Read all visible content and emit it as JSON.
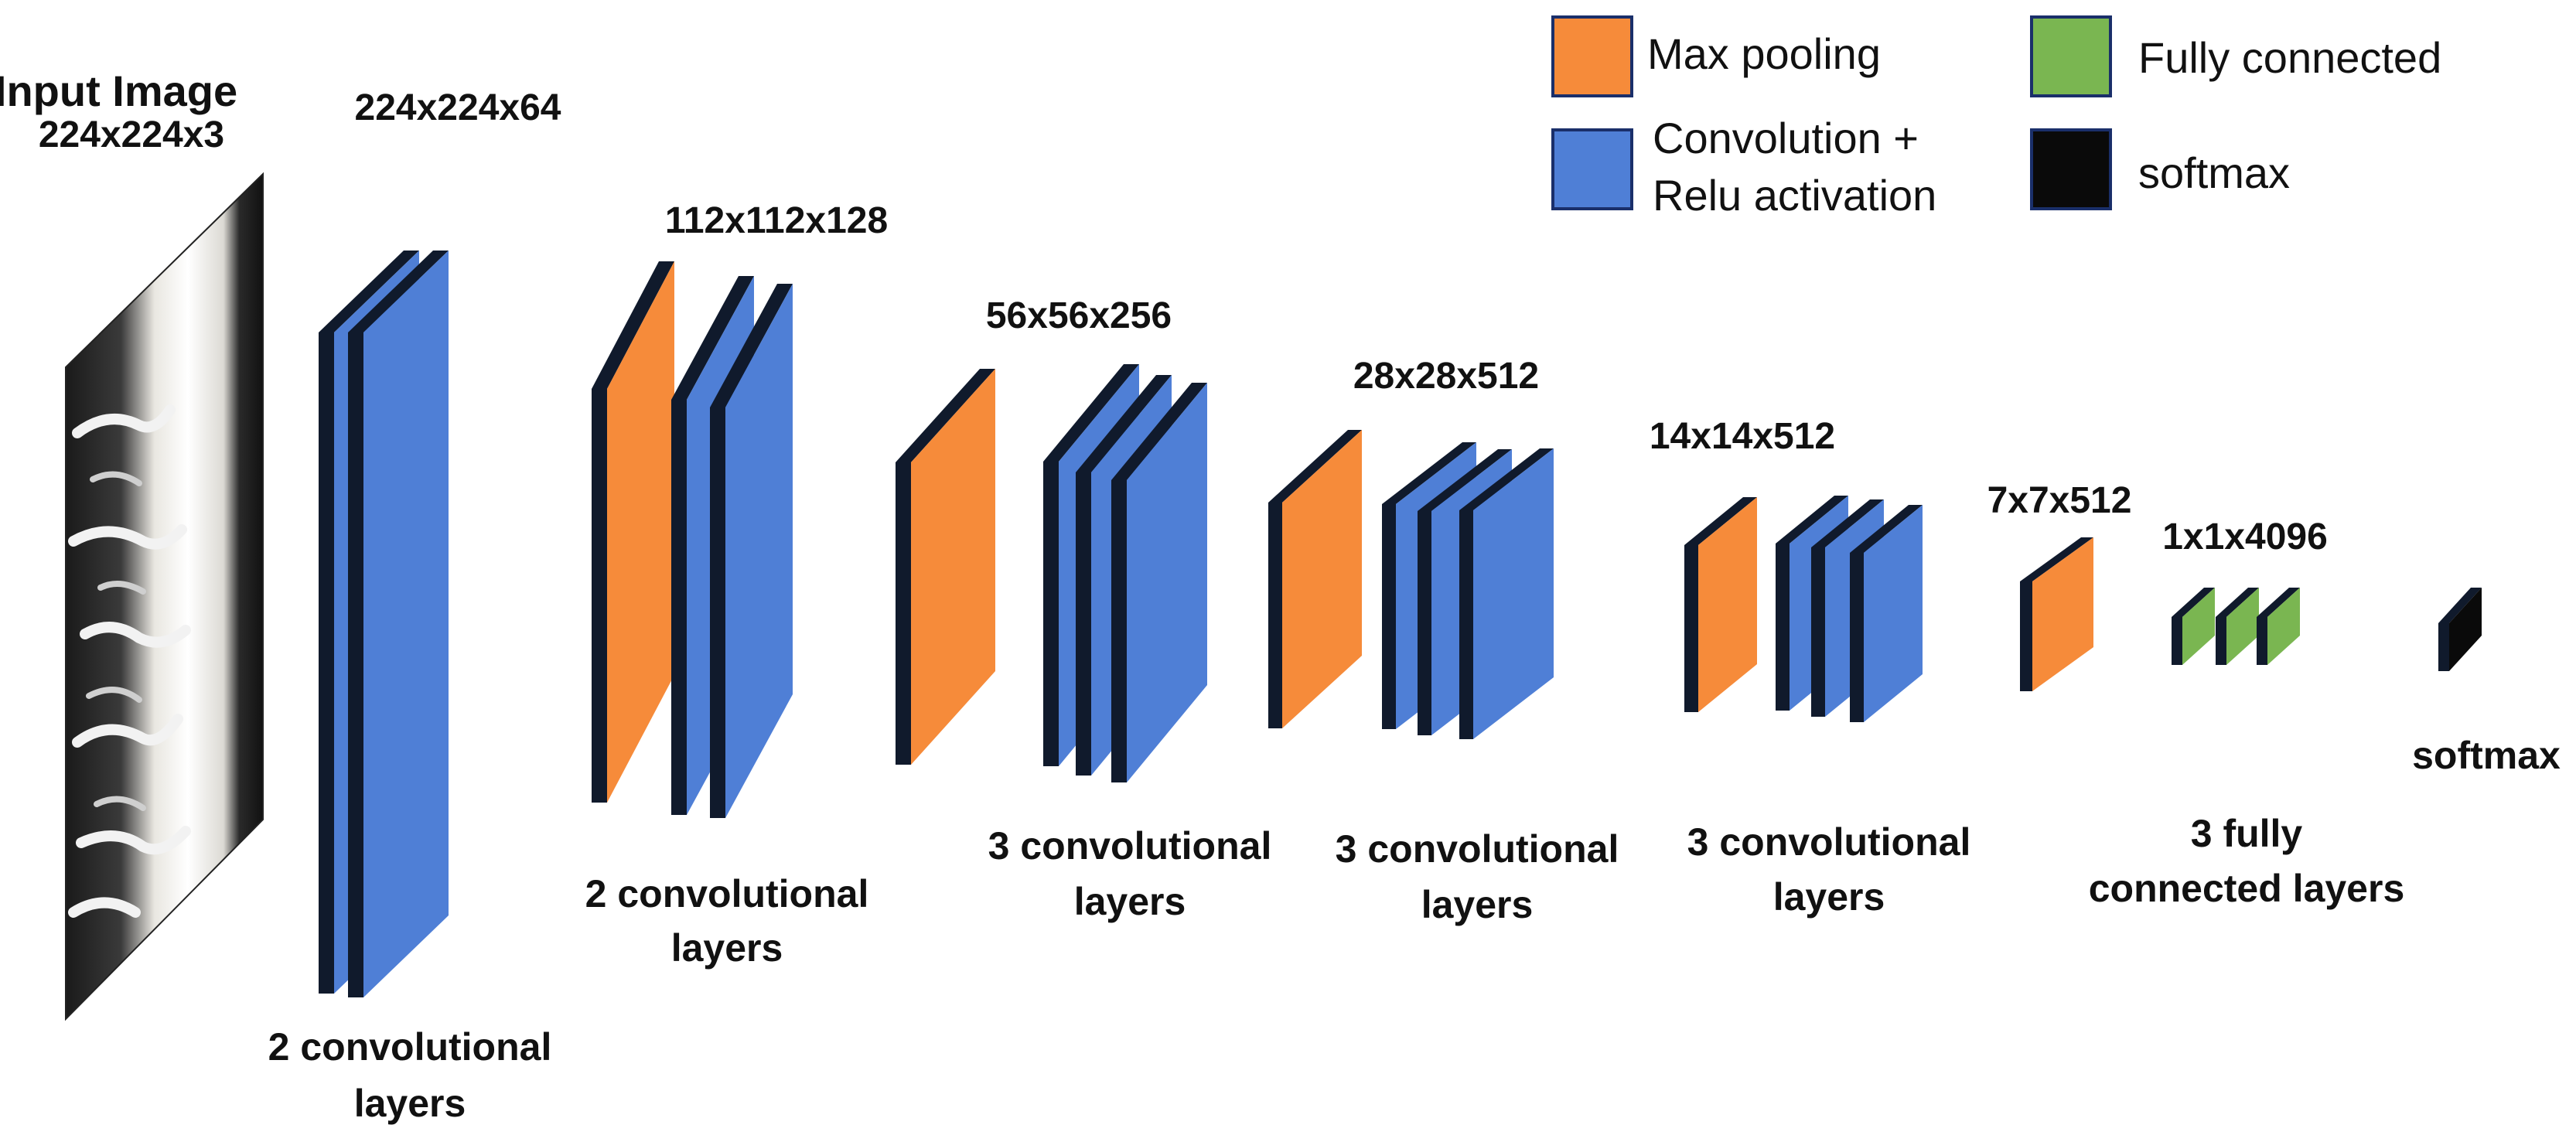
{
  "colors": {
    "convolution": "#4f7fd6",
    "max_pooling": "#f68b3a",
    "fully_connected": "#7ab651",
    "softmax": "#0a0a0a",
    "edge_dark": "#101a2c"
  },
  "legend": {
    "max_pooling": "Max pooling",
    "convolution_line1": "Convolution +",
    "convolution_line2": "Relu activation",
    "fully_connected": "Fully connected",
    "softmax": "softmax"
  },
  "input": {
    "title": "Input Image",
    "size": "224x224x3"
  },
  "stages": [
    {
      "dims": "224x224x64",
      "caption": [
        "2 convolutional",
        "layers"
      ]
    },
    {
      "dims": "112x112x128",
      "caption": [
        "2 convolutional",
        "layers"
      ]
    },
    {
      "dims": "56x56x256",
      "caption": [
        "3 convolutional",
        "layers"
      ]
    },
    {
      "dims": "28x28x512",
      "caption": [
        "3 convolutional",
        "layers"
      ]
    },
    {
      "dims": "14x14x512",
      "caption": [
        "3 convolutional",
        "layers"
      ]
    },
    {
      "dims": "7x7x512",
      "caption": []
    },
    {
      "dims": "1x1x4096",
      "caption": [
        "3 fully",
        "connected layers"
      ]
    },
    {
      "dims": "",
      "caption": [
        "softmax"
      ]
    }
  ]
}
